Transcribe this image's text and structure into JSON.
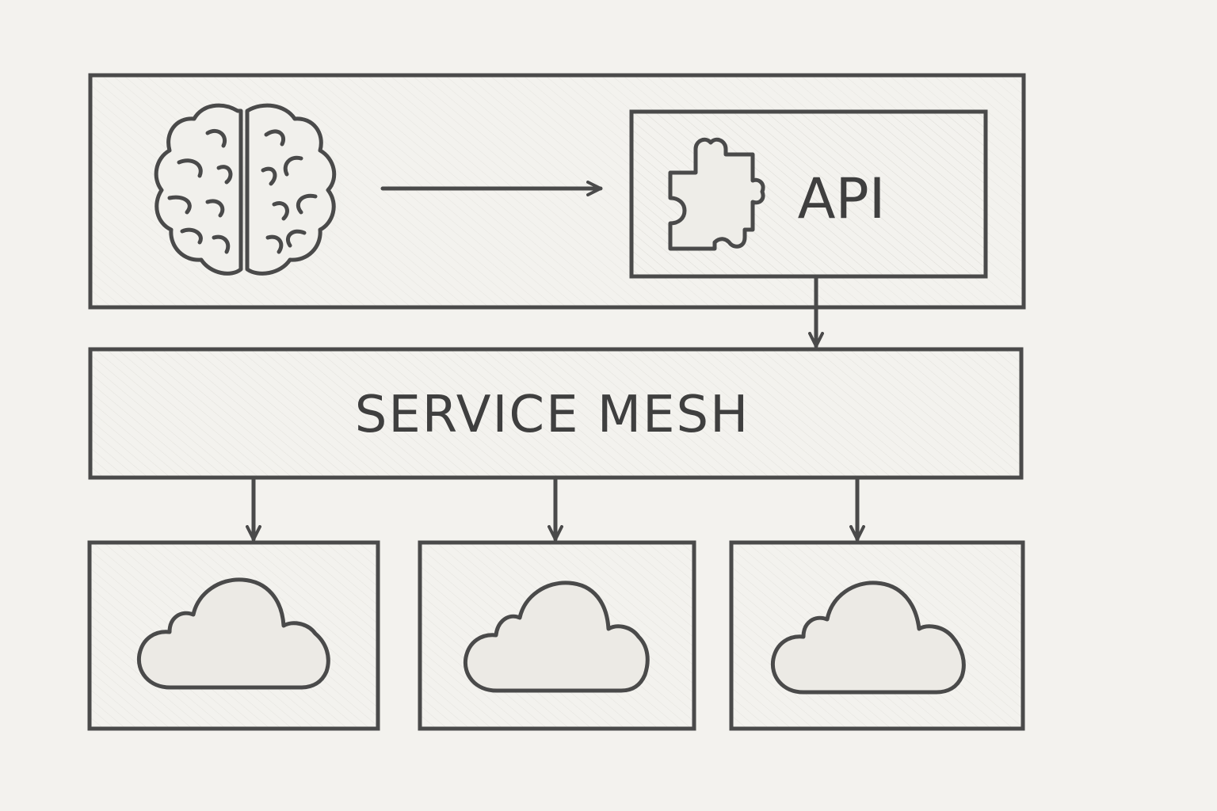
{
  "api_box": {
    "label": "API"
  },
  "service_mesh": {
    "label": "SERVICE MESH"
  },
  "icons": {
    "brain": "brain-icon",
    "puzzle": "puzzle-piece-icon",
    "cloud": "cloud-icon"
  },
  "colors": {
    "stroke": "#4a4a4a",
    "paper": "#f3f2ee",
    "shade": "#e7e6e1"
  },
  "clouds": [
    {
      "name": "cloud-service-1"
    },
    {
      "name": "cloud-service-2"
    },
    {
      "name": "cloud-service-3"
    }
  ]
}
